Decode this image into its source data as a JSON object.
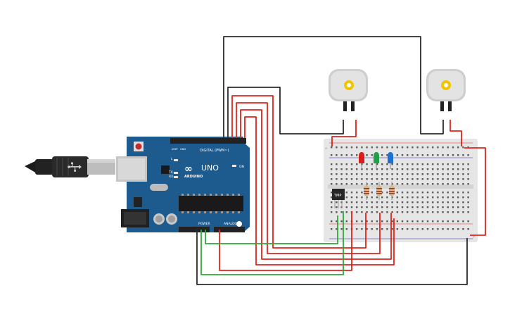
{
  "arduino": {
    "model": "UNO",
    "brand": "ARDUINO",
    "header_digital": "DIGITAL (PWM~)",
    "header_power": "POWER",
    "header_analog": "ANALOG IN",
    "label_on": "ON",
    "label_tx": "TX",
    "label_rx": "RX",
    "label_l": "L",
    "label_aref": "AREF",
    "label_gnd": "GND"
  },
  "sensor": {
    "label": "TMP"
  },
  "motors": [
    {
      "name": "motor-left"
    },
    {
      "name": "motor-right"
    }
  ],
  "leds": [
    {
      "name": "red-led",
      "color": "#d91e18"
    },
    {
      "name": "green-led",
      "color": "#22a045"
    },
    {
      "name": "blue-led",
      "color": "#1f6fd0"
    }
  ],
  "colors": {
    "board": "#1d5a8e",
    "breadboard": "#e6e6e6",
    "wire_red": "#e0241b",
    "wire_black": "#2b2b2b",
    "wire_green": "#2ea83a"
  }
}
